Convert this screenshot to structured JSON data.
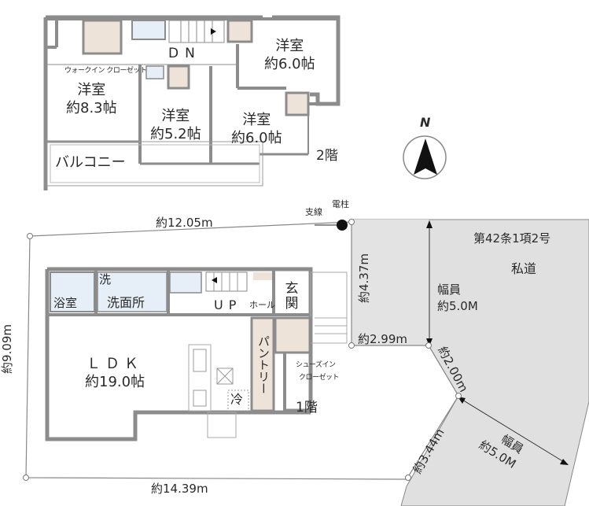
{
  "floor2": {
    "label": "2階",
    "rooms": [
      {
        "name": "洋室",
        "size": "約8.3帖"
      },
      {
        "name": "洋室",
        "size": "約5.2帖"
      },
      {
        "name": "洋室",
        "size": "約6.0帖"
      },
      {
        "name": "洋室",
        "size": "約6.0帖"
      }
    ],
    "walk_in_closet": "ウォークイン クローゼット",
    "stairs": "DN",
    "balcony": "バルコニー"
  },
  "floor1": {
    "label": "1階",
    "bath": "浴室",
    "washroom": "洗面所",
    "washer": "洗",
    "stairs": "UP",
    "hall": "ホール",
    "entrance": "玄関",
    "ldk_name": "ＬＤＫ",
    "ldk_size": "約19.0帖",
    "pantry": "パントリー",
    "shoes_closet_1": "シューズイン",
    "shoes_closet_2": "クローゼット",
    "fridge": "冷"
  },
  "compass": {
    "label": "N"
  },
  "utility": {
    "pole": "電柱",
    "guy_wire": "支線"
  },
  "dimensions": {
    "top": "約12.05m",
    "bottom": "約14.39m",
    "left": "約9.09m",
    "frontage_a": "約4.37m",
    "frontage_b": "約2.99m",
    "corner": "約2.00m",
    "frontage_c": "約3.44m"
  },
  "road": {
    "type": "第42条1項2号",
    "name": "私道",
    "width_label": "幅員",
    "width_value": "約5.0M",
    "width_label_2": "幅員",
    "width_value_2": "約5.0M"
  },
  "colors": {
    "wall": "#8c8c8c",
    "road": "#e0e0e0",
    "closet": "#eee3d8",
    "wet_area": "#e6eef7",
    "line": "#888888"
  }
}
